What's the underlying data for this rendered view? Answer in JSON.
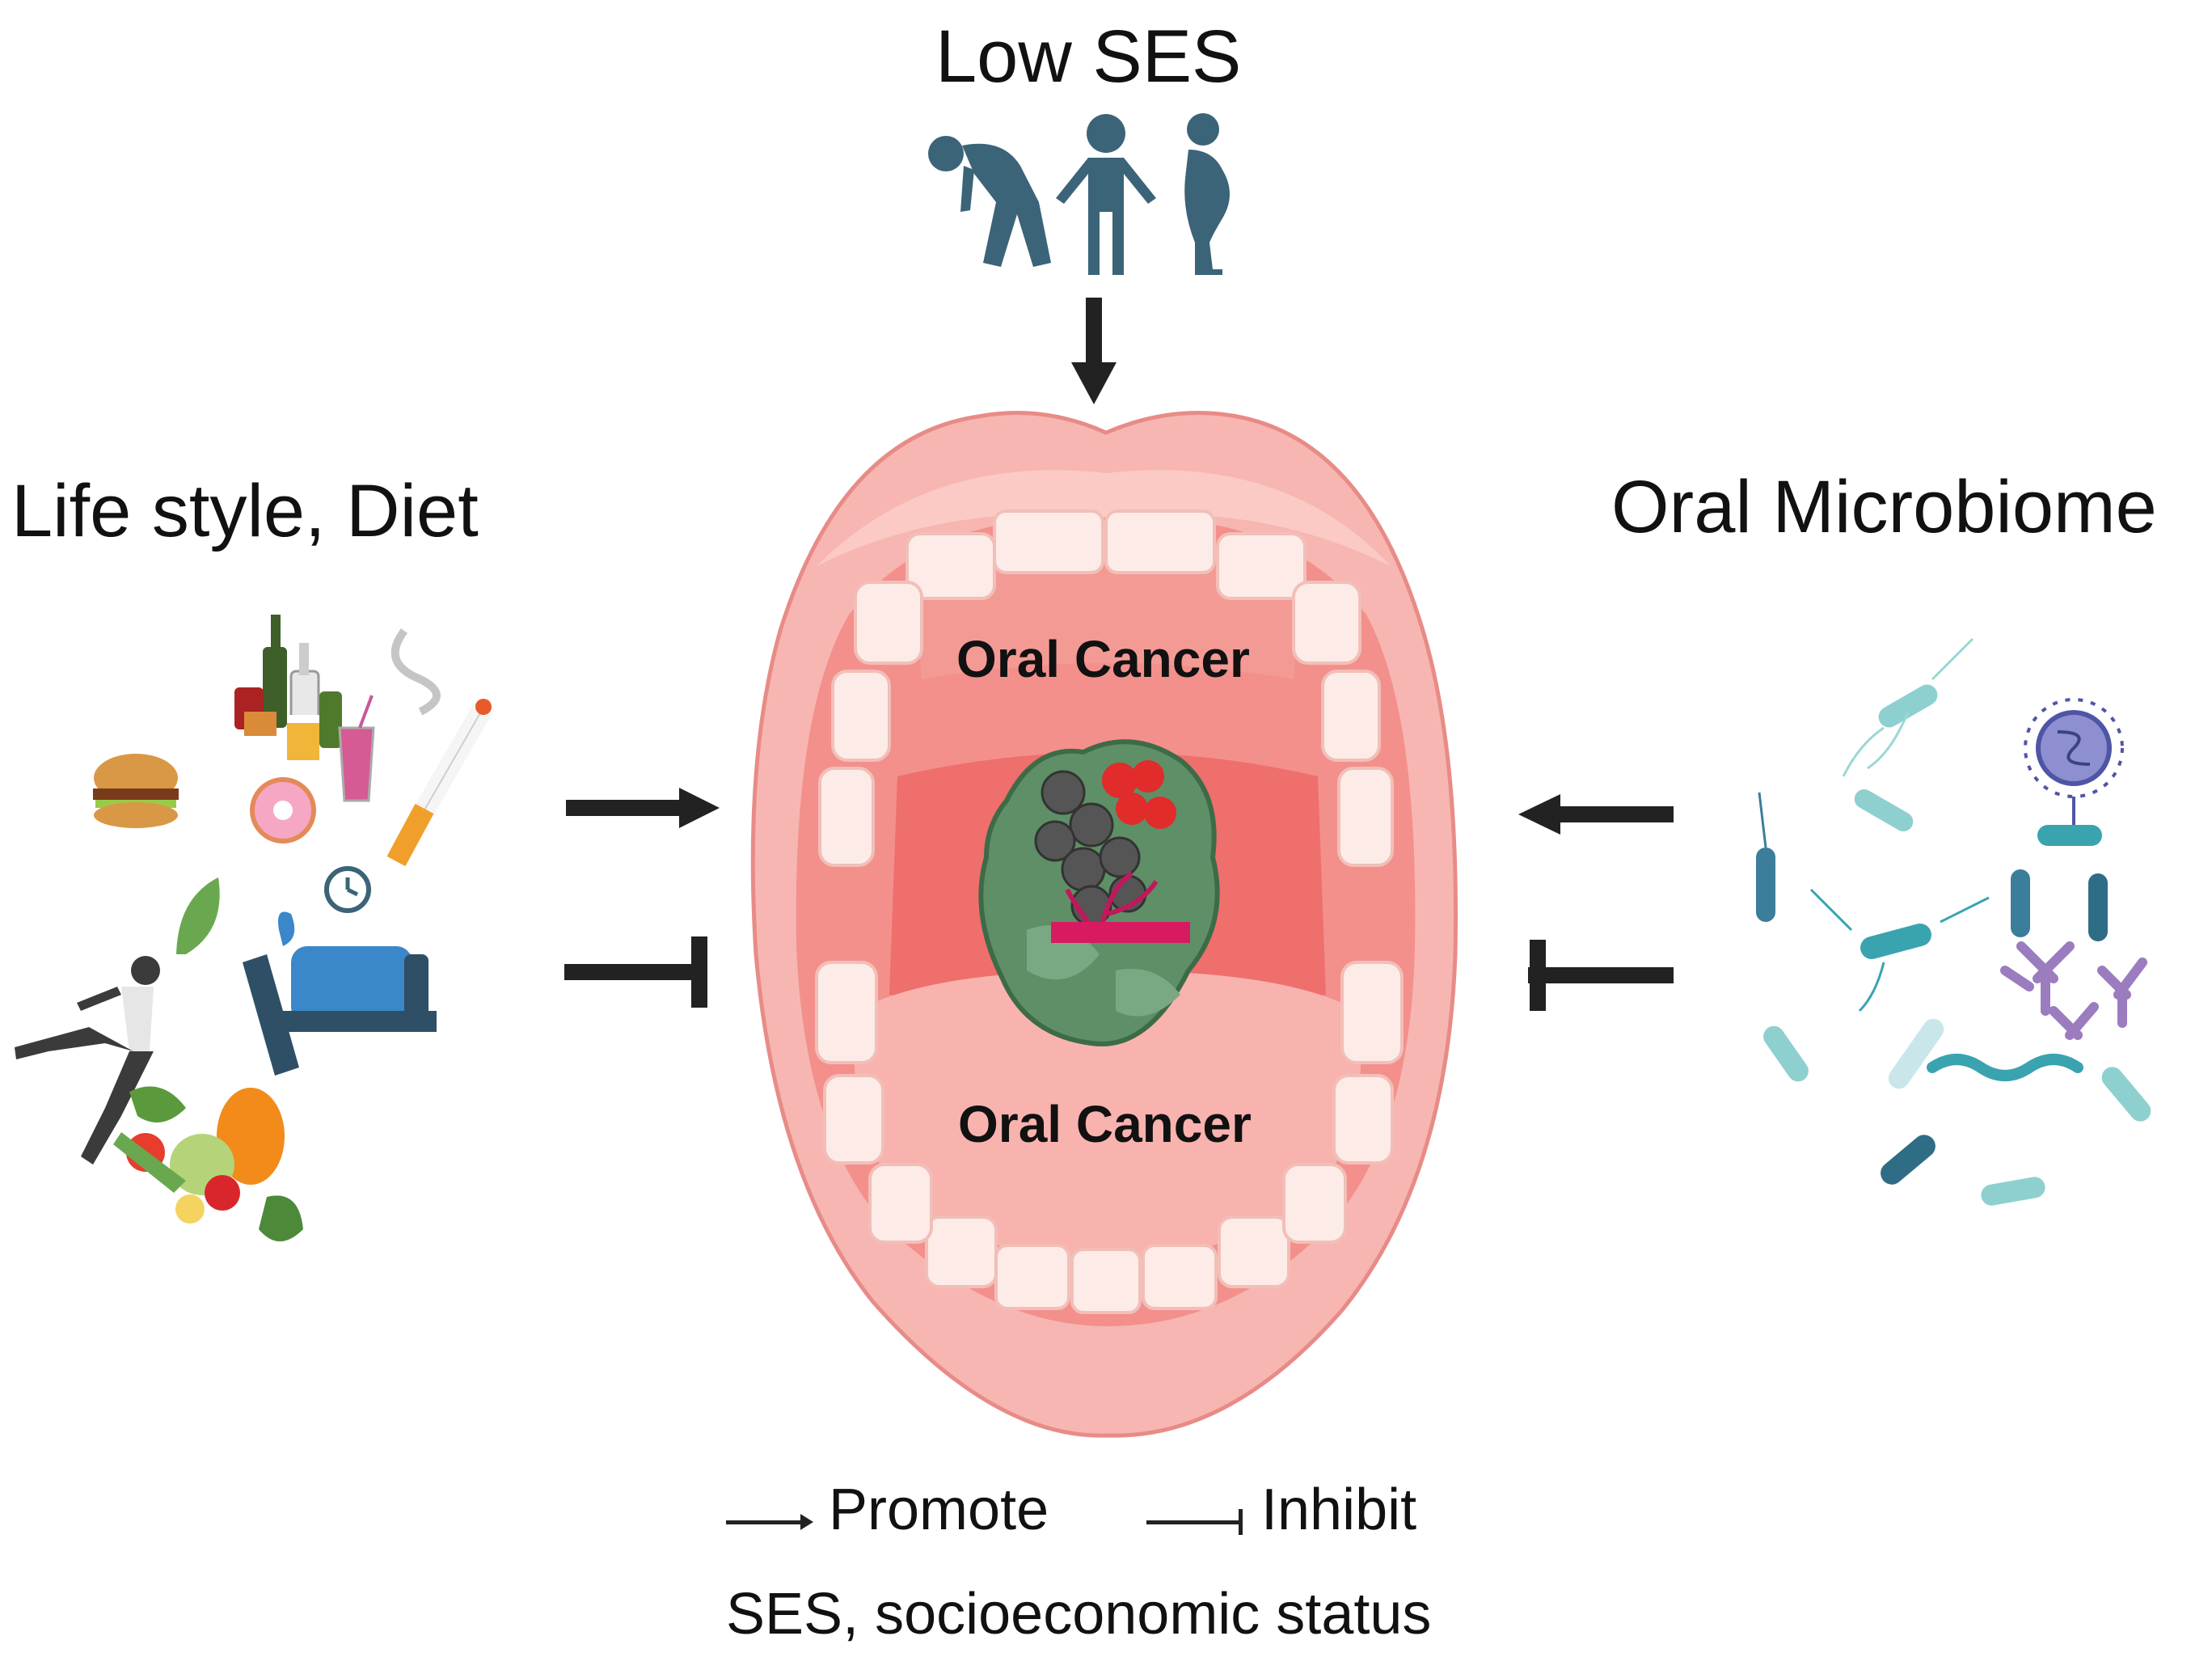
{
  "figure": {
    "ses_label": "Low SES",
    "lifestyle_label": "Life style, Diet",
    "microbiome_label": "Oral Microbiome",
    "cancer_label_top": "Oral Cancer",
    "cancer_label_bottom": "Oral Cancer"
  },
  "legend": {
    "promote": "Promote",
    "inhibit": "Inhibit"
  },
  "footnote": "SES, socioeconomic status",
  "colors": {
    "arrow": "#222222",
    "lip": "#f4a7a3",
    "mouth_inner": "#f08a87",
    "tooth": "#fdebe7",
    "person": "#3b6478",
    "tumor_green": "#5e8f66",
    "tumor_red": "#e22b2b",
    "bacteria_teal": "#3aa3b0",
    "virus_purple": "#8d8fd0"
  }
}
